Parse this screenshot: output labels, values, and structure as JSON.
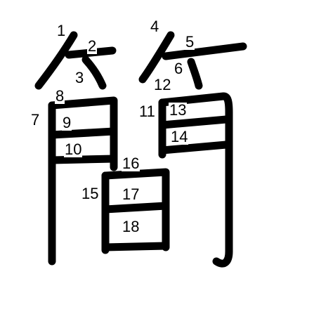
{
  "character": "簡",
  "stroke_numbers": [
    "1",
    "2",
    "3",
    "4",
    "5",
    "6",
    "7",
    "8",
    "9",
    "10",
    "11",
    "12",
    "13",
    "14",
    "15",
    "16",
    "17",
    "18"
  ],
  "colors": {
    "stroke": "#000000",
    "background": "#ffffff"
  }
}
